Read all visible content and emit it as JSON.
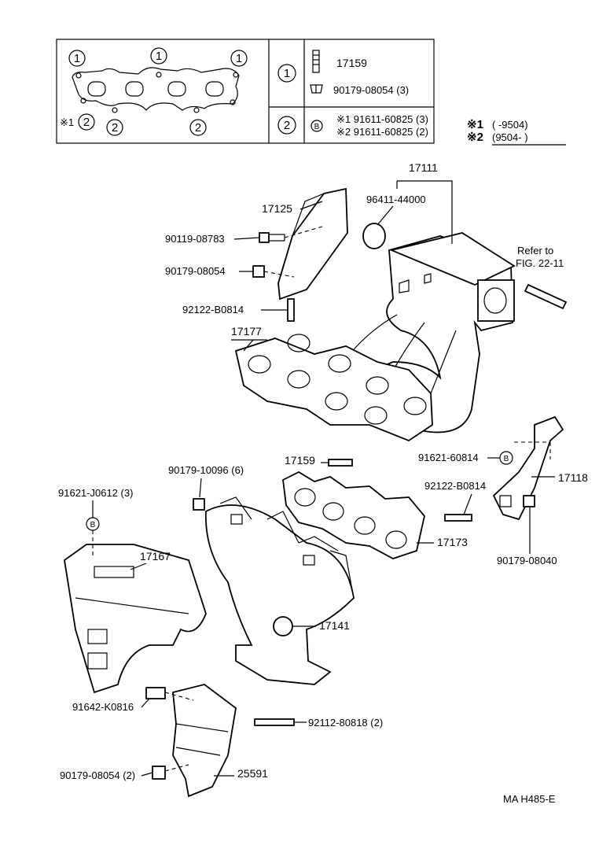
{
  "legend_table": {
    "circle_1": "1",
    "circle_2": "2",
    "row1_items": [
      "17159",
      "90179-08054 (3)"
    ],
    "row2_bolt_symbol": "B",
    "row2_items": [
      "※1 91611-60825 (3)",
      "※2 91611-60825 (2)"
    ],
    "gasket_mark": "※1"
  },
  "applicability": {
    "line1_mark": "※1",
    "line1_text": "(        -9504)",
    "line2_mark": "※2",
    "line2_text": "(9504-        )"
  },
  "callouts": {
    "p17111": "17111",
    "p96411": "96411-44000",
    "p17125": "17125",
    "p90119": "90119-08783",
    "p90179a": "90179-08054",
    "p92122a": "92122-B0814",
    "p17177": "17177",
    "refer1": "Refer to",
    "refer2": "FIG. 22-11",
    "p17159": "17159",
    "p91621": "91621-60814",
    "p90179b": "90179-10096 (6)",
    "p91621j": "91621-J0612 (3)",
    "p92122b": "92122-B0814",
    "p17118": "17118",
    "p17173": "17173",
    "p17167": "17167",
    "p17141": "17141",
    "p90179c": "90179-08040",
    "p91642": "91642-K0816",
    "p92112": "92112-80818 (2)",
    "p90179d": "90179-08054 (2)",
    "p25591": "25591",
    "bolt_b": "B"
  },
  "footer": {
    "code": "MA  H485-E"
  }
}
